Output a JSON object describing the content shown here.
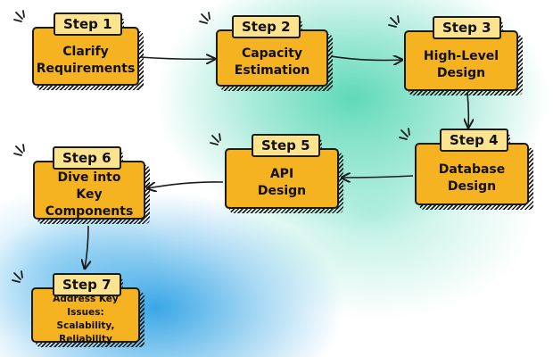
{
  "steps": [
    {
      "id": "step-1",
      "label": "Step 1",
      "text": "Clarify\nRequirements"
    },
    {
      "id": "step-2",
      "label": "Step 2",
      "text": "Capacity\nEstimation"
    },
    {
      "id": "step-3",
      "label": "Step 3",
      "text": "High-Level\nDesign"
    },
    {
      "id": "step-4",
      "label": "Step 4",
      "text": "Database\nDesign"
    },
    {
      "id": "step-5",
      "label": "Step 5",
      "text": "API\nDesign"
    },
    {
      "id": "step-6",
      "label": "Step 6",
      "text": "Dive into\nKey Components"
    },
    {
      "id": "step-7",
      "label": "Step 7",
      "text": "Address Key Issues:\nScalability, Reliability"
    }
  ],
  "edges": [
    [
      "step-1",
      "step-2"
    ],
    [
      "step-2",
      "step-3"
    ],
    [
      "step-3",
      "step-4"
    ],
    [
      "step-4",
      "step-5"
    ],
    [
      "step-5",
      "step-6"
    ],
    [
      "step-6",
      "step-7"
    ]
  ],
  "colors": {
    "box_fill": "#f6b321",
    "tag_fill": "#fbe38f",
    "ink": "#1b1b1b",
    "accent_teal": "#5fd9b8",
    "accent_blue": "#3aa7e6"
  }
}
